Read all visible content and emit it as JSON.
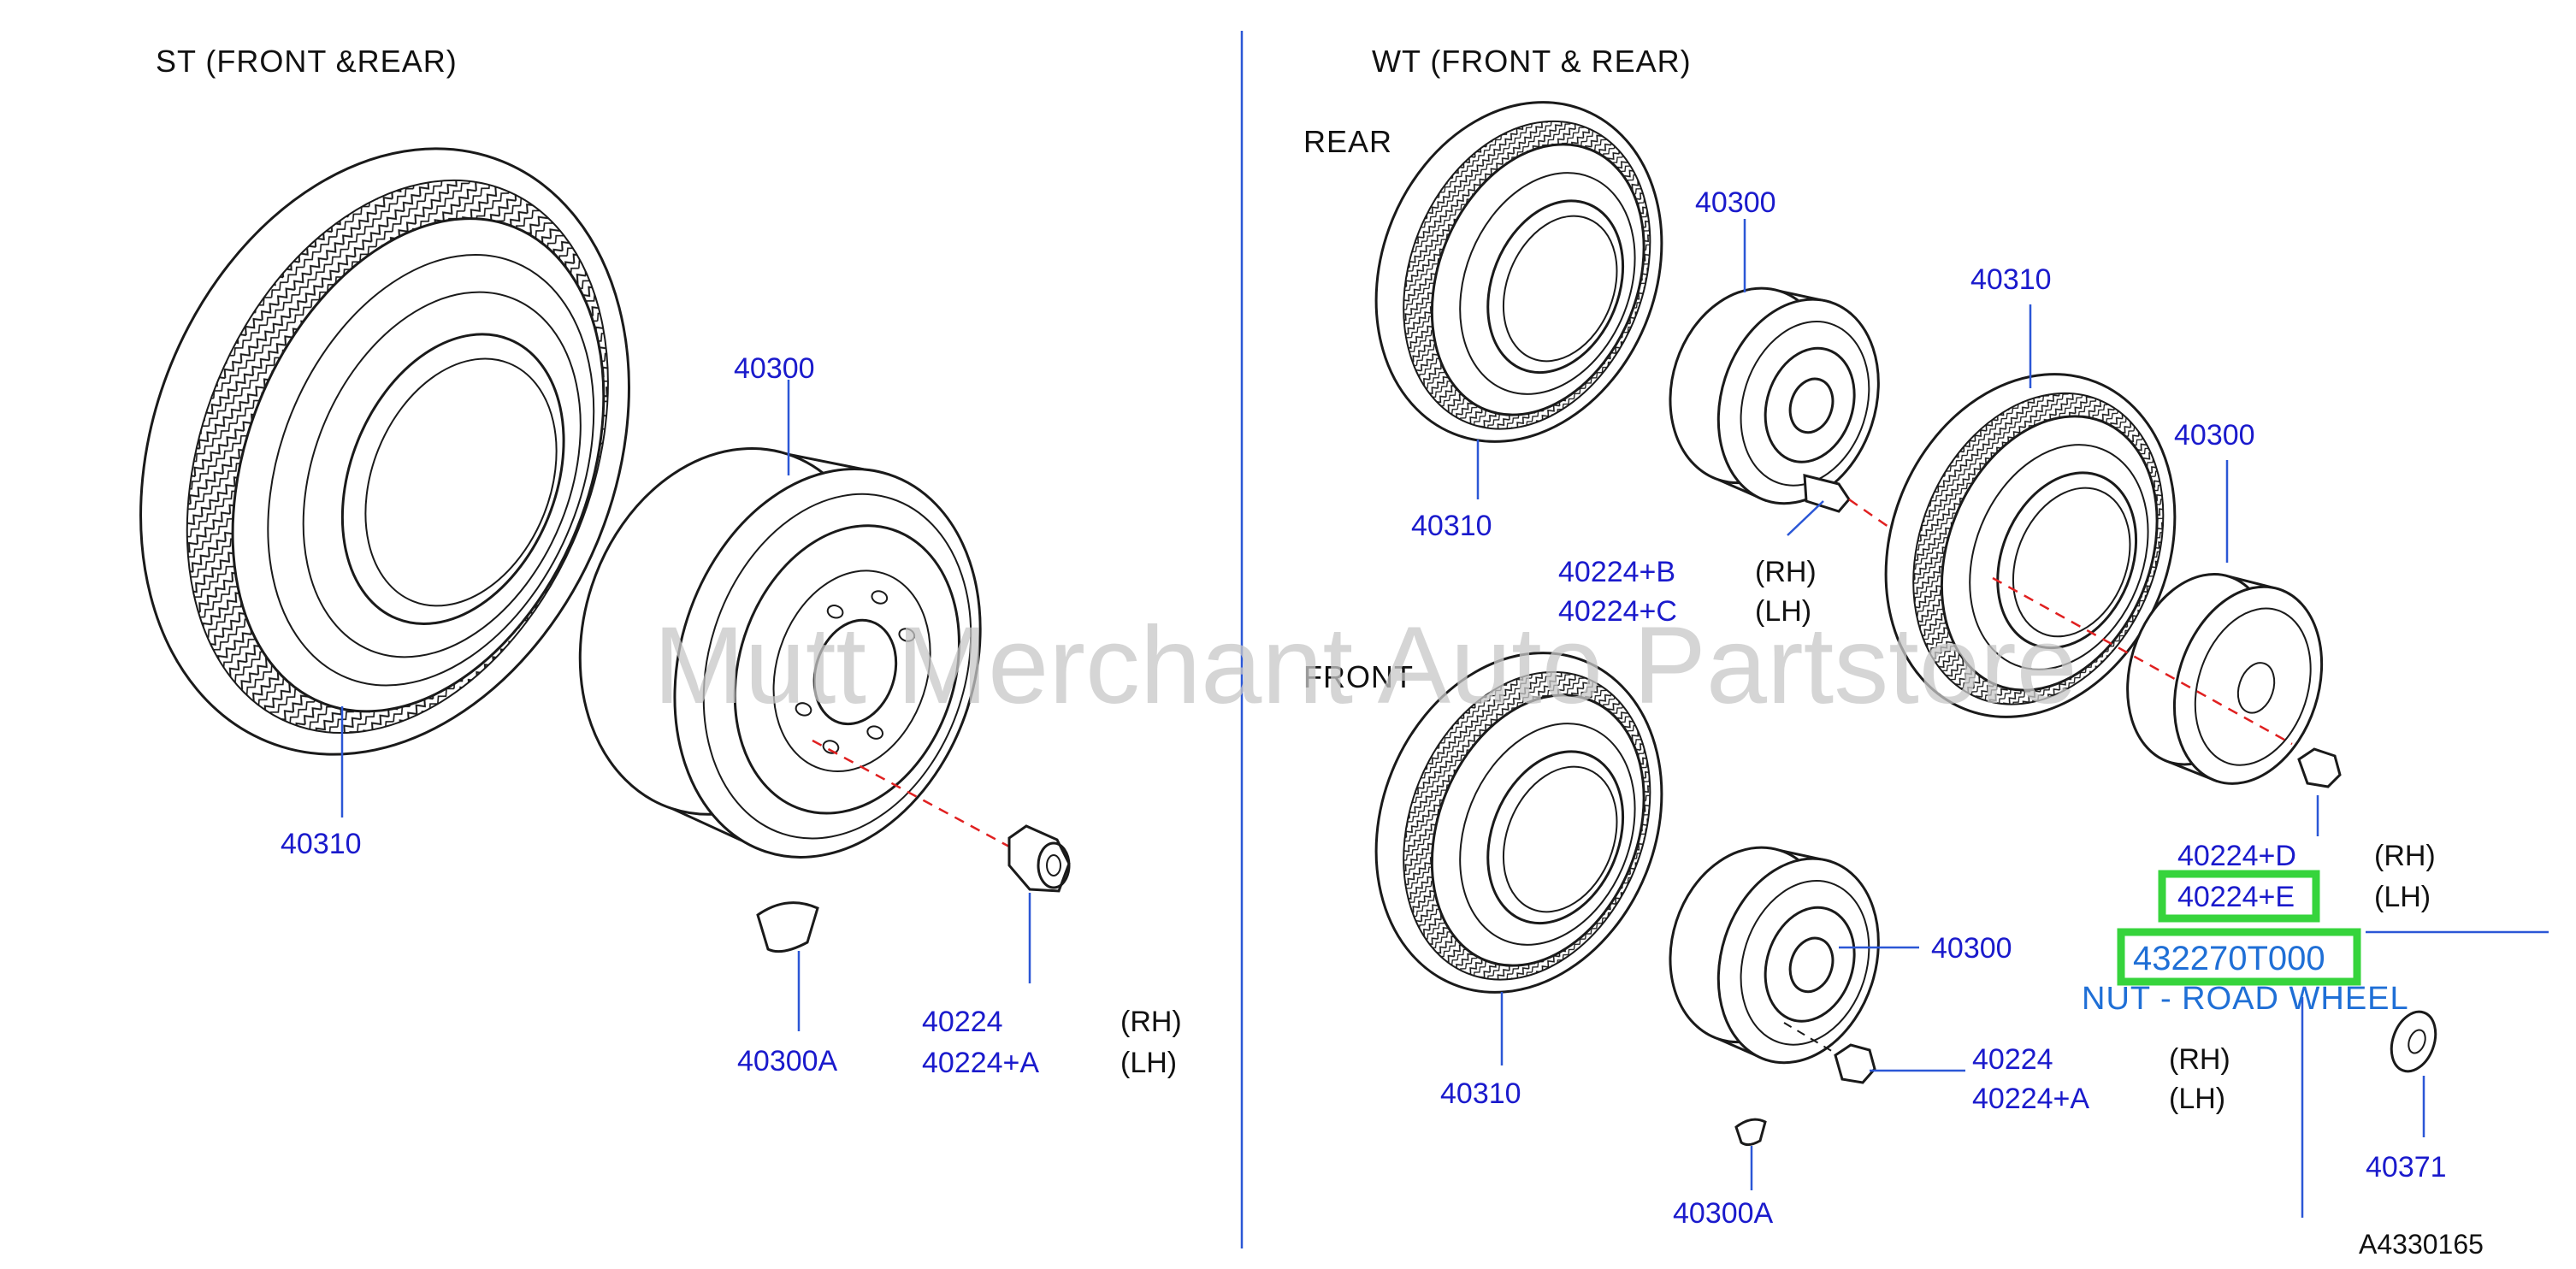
{
  "headers": {
    "st": "ST   (FRONT   &REAR)",
    "wt": "WT   (FRONT   &   REAR)",
    "rear": "REAR",
    "front": "FRONT"
  },
  "labels": {
    "st_tire": "40310",
    "st_wheel": "40300",
    "st_balance_weight": "40300A",
    "st_nut_rh": "40224",
    "st_nut_lh": "40224+A",
    "st_rh": "(RH)",
    "st_lh": "(LH)",
    "wt_rear_tire": "40310",
    "wt_rear_wheel": "40300",
    "wt_rear_bolt_rh": "40224+B",
    "wt_rear_bolt_lh": "40224+C",
    "wt_rear_rh": "(RH)",
    "wt_rear_lh": "(LH)",
    "wt_mid_tire": "40310",
    "wt_mid_wheel": "40300",
    "wt_mid_nut_rh": "40224+D",
    "wt_mid_nut_lh": "40224+E",
    "wt_mid_rh": "(RH)",
    "wt_mid_lh": "(LH)",
    "wt_front_tire": "40310",
    "wt_front_wheel": "40300",
    "wt_front_nut_rh": "40224",
    "wt_front_nut_lh": "40224+A",
    "wt_front_rh": "(RH)",
    "wt_front_lh": "(LH)",
    "wt_balance_weight": "40300A",
    "wt_washer": "40371",
    "diagram_code": "A4330165"
  },
  "highlight": {
    "part_number": "432270T000",
    "description": "NUT - ROAD WHEEL"
  },
  "watermark": "Mutt Merchant Auto Partstore",
  "colors": {
    "part_label": "#1a1acc",
    "highlight_text": "#1f6fd6",
    "highlight_box": "#36d43c",
    "leader_line": "#2b57d6",
    "centerline_dash": "#e02020"
  }
}
